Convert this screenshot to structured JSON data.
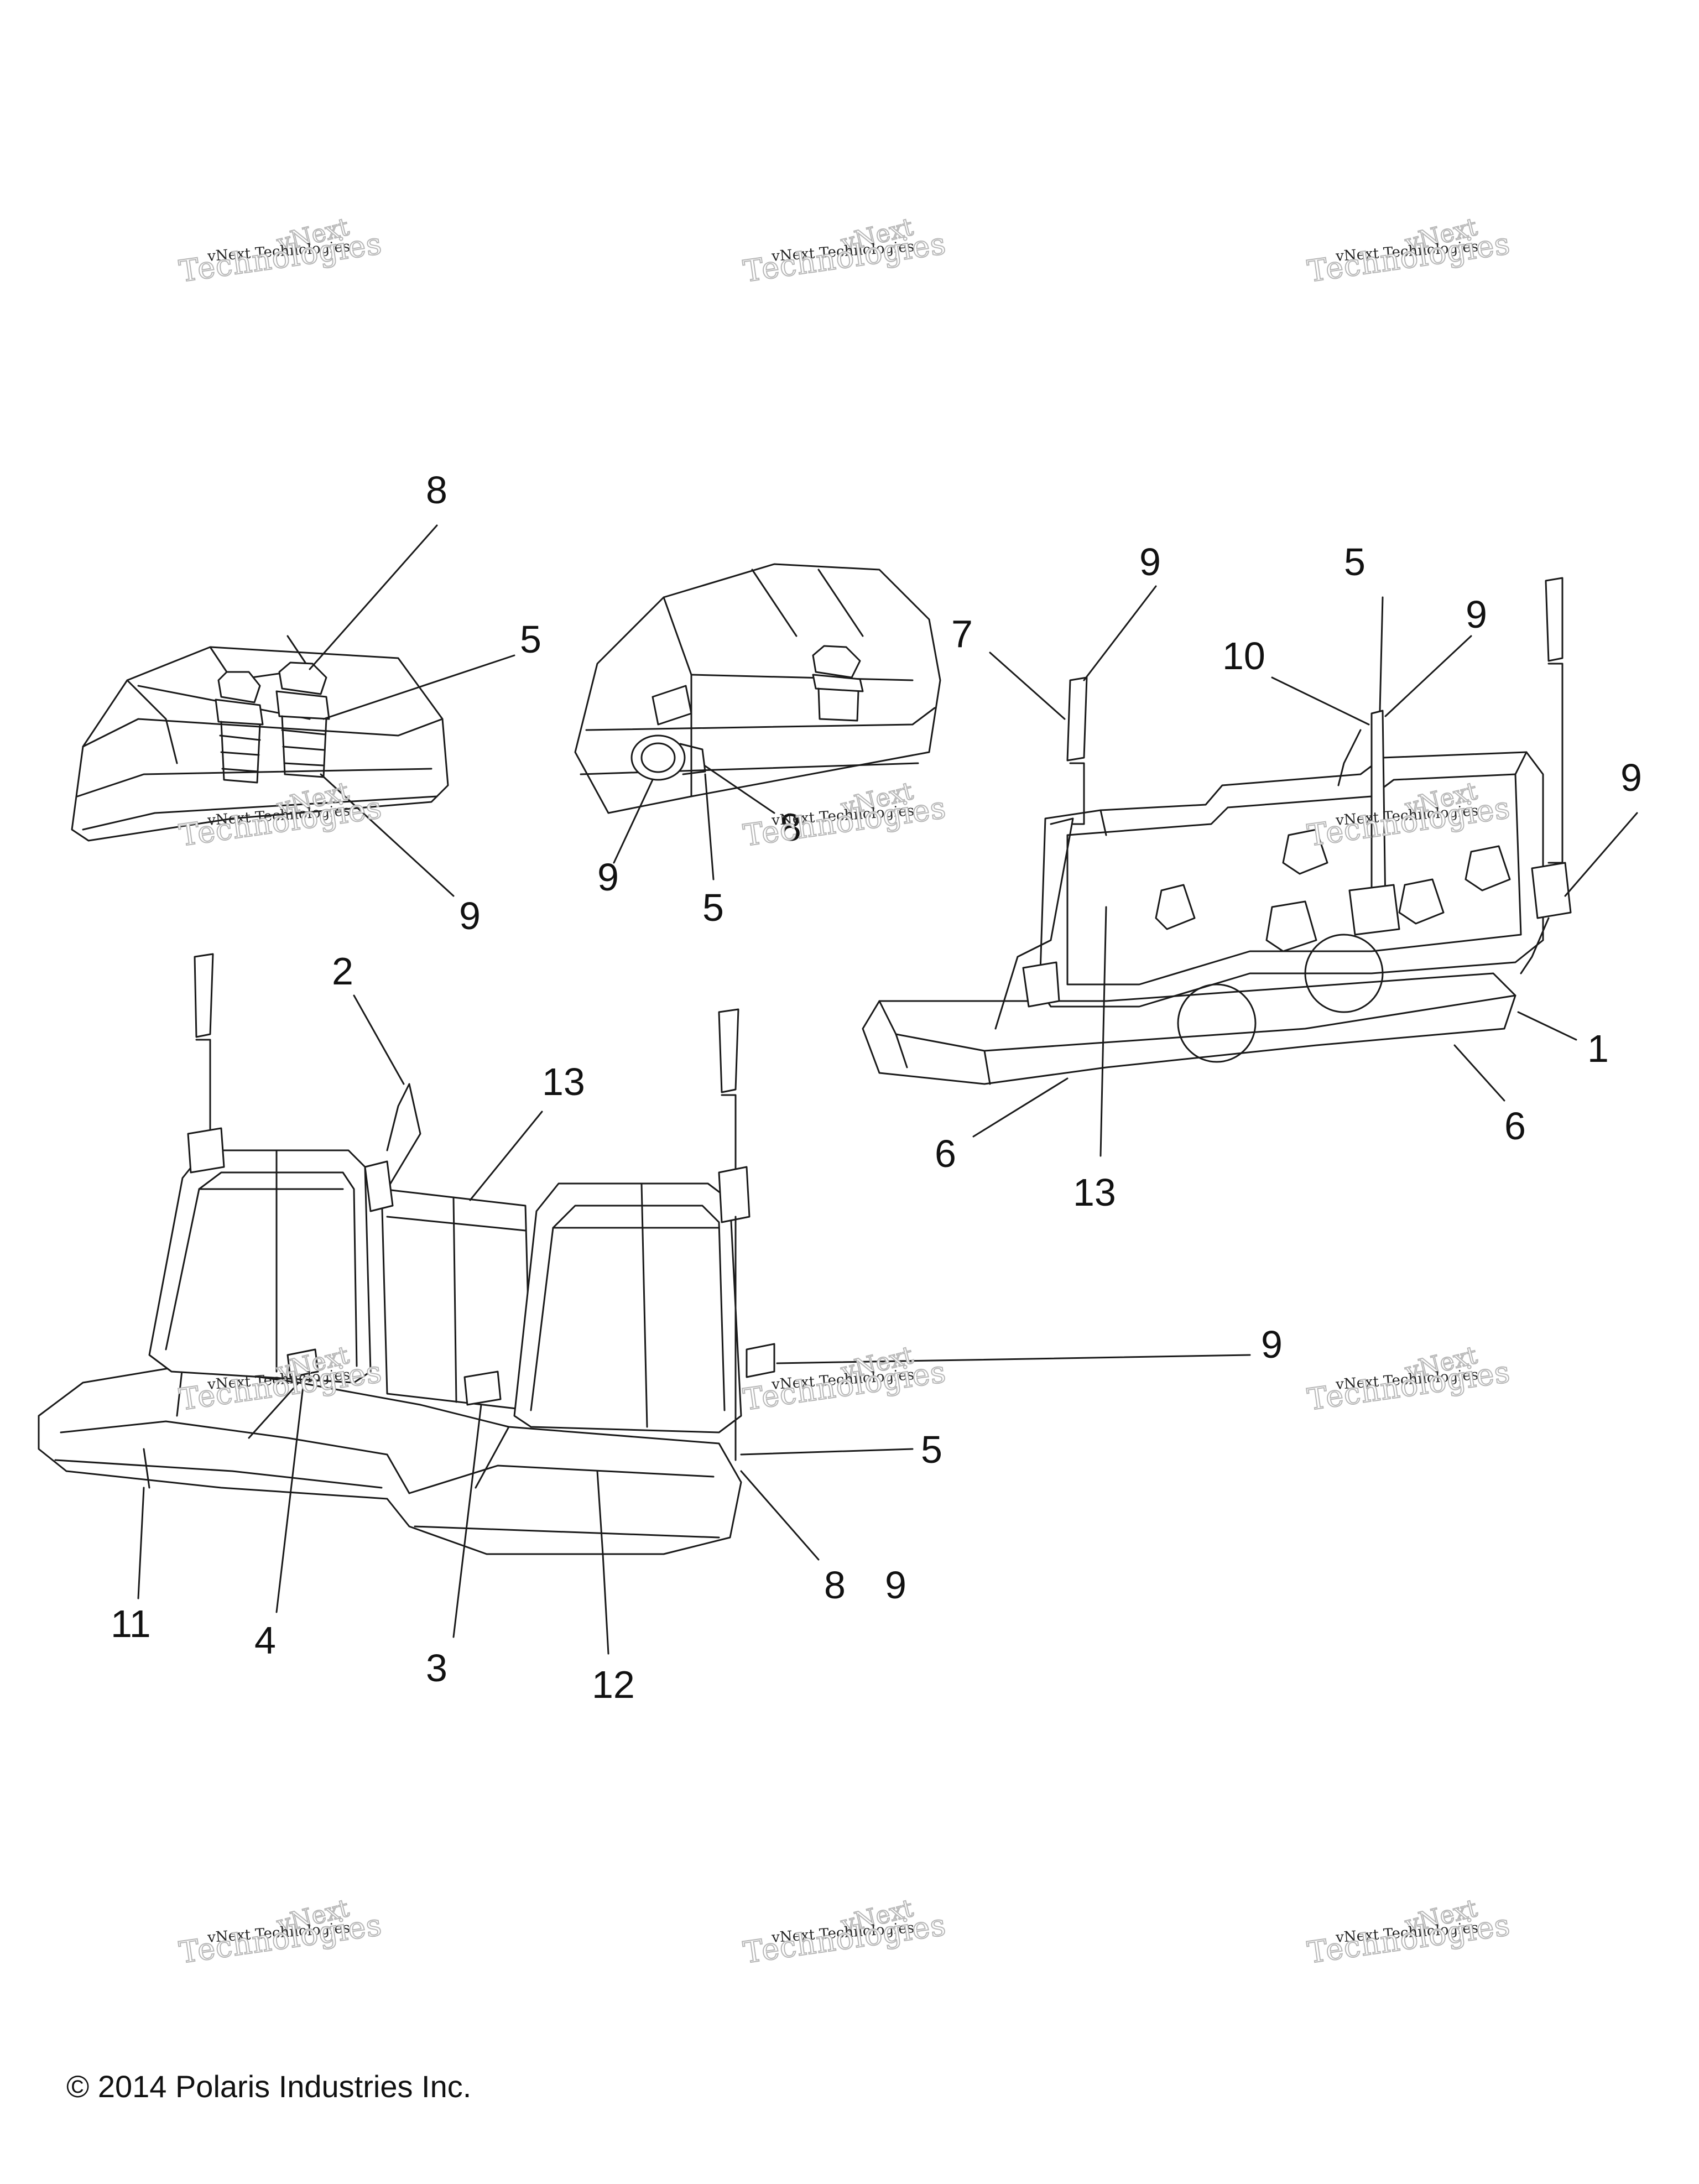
{
  "watermark": {
    "line1": "vNext Technologies",
    "line2": "vNext",
    "line3": "Technologies"
  },
  "copyright": "© 2014 Polaris Industries Inc.",
  "callouts": {
    "c1": "8",
    "c2": "5",
    "c3": "9",
    "c4": "8",
    "c5": "9",
    "c6": "5",
    "c7": "7",
    "c8": "9",
    "c9": "5",
    "c10": "9",
    "c11": "10",
    "c12": "9",
    "c13": "1",
    "c14": "6",
    "c15": "6",
    "c16": "13",
    "c17": "2",
    "c18": "13",
    "c19": "9",
    "c20": "5",
    "c21": "8",
    "c22": "9",
    "c23": "11",
    "c24": "4",
    "c25": "3",
    "c26": "12"
  }
}
